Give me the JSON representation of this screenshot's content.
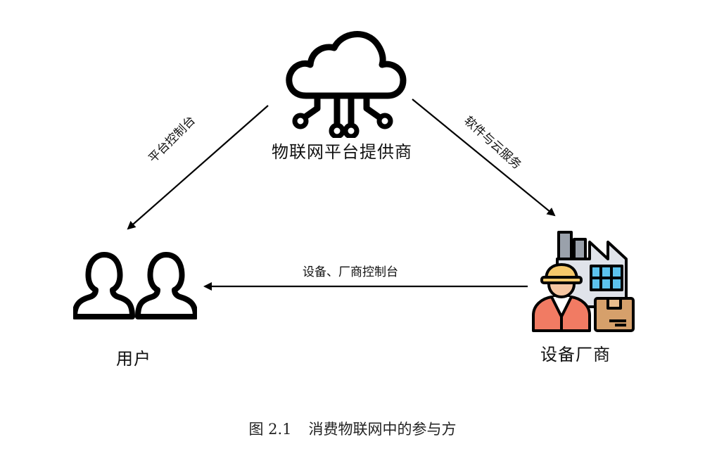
{
  "nodes": {
    "platform": {
      "label": "物联网平台提供商",
      "icon": "cloud-network-icon"
    },
    "users": {
      "label": "用户",
      "icon": "users-icon"
    },
    "manufacturer": {
      "label": "设备厂商",
      "icon": "factory-worker-icon"
    }
  },
  "edges": {
    "platform_to_users": {
      "label": "平台控制台"
    },
    "platform_to_manufacturer": {
      "label": "软件与云服务"
    },
    "manufacturer_to_users": {
      "label": "设备、厂商控制台"
    }
  },
  "caption": {
    "number": "图 2.1",
    "title": "消费物联网中的参与方"
  },
  "colors": {
    "line": "#000000",
    "worker_shirt": "#f17b63",
    "helmet": "#f6c86a",
    "factory_wall": "#e0e3ea",
    "factory_window": "#5cc3ee",
    "factory_chimney": "#9aa1ab",
    "box": "#d6a06b"
  }
}
